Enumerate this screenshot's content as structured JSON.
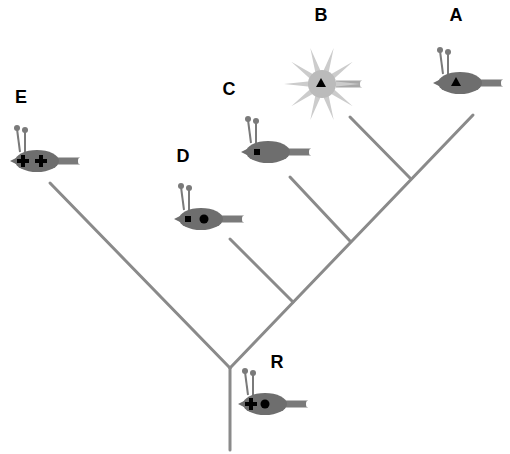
{
  "diagram": {
    "nodes": [
      {
        "text": [
          "B"
        ]
      },
      {
        "text": [
          "A"
        ]
      },
      {
        "text": [
          "C"
        ]
      },
      {
        "text": [
          "E"
        ]
      },
      {
        "text": [
          "D"
        ]
      },
      {
        "text": [
          "R"
        ]
      }
    ]
  }
}
